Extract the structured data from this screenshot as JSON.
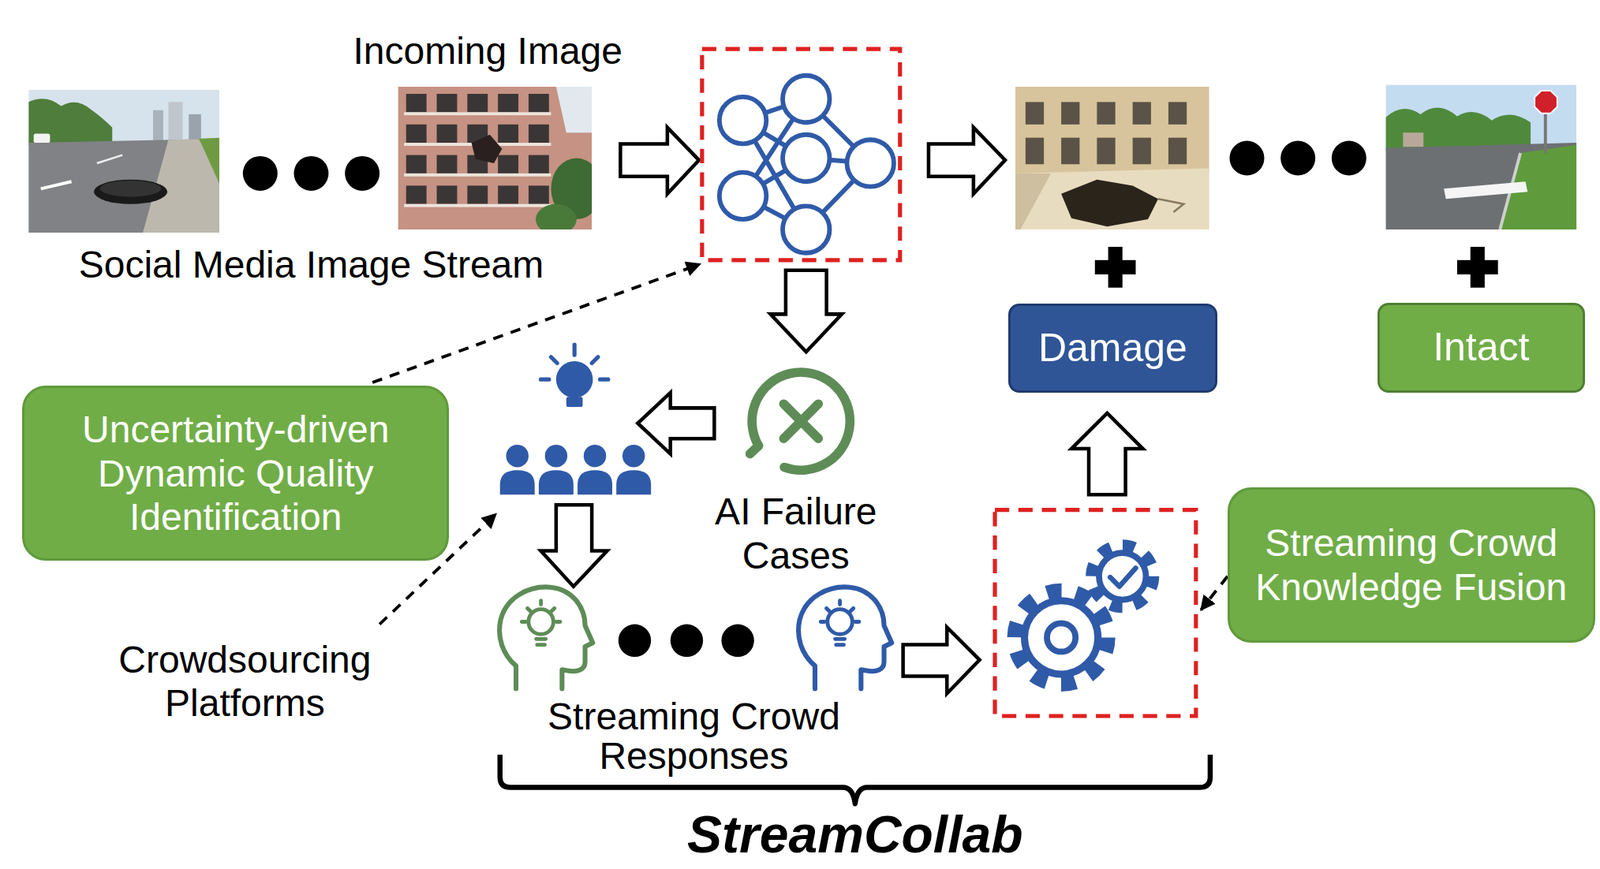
{
  "diagram": {
    "nodes": [
      {
        "text": [
          "Damage"
        ]
      },
      {
        "text": [
          "Intact"
        ]
      },
      {
        "text": [
          "Uncertainty-driven Dynamic Quality Identification"
        ]
      },
      {
        "text": [
          "Streaming Crowd Knowledge Fusion"
        ]
      }
    ],
    "labels": [
      "Incoming Image",
      "Social Media Image Stream",
      "AI Failure Cases",
      "Crowdsourcing Platforms",
      "Streaming Crowd Responses",
      "StreamCollab"
    ]
  }
}
